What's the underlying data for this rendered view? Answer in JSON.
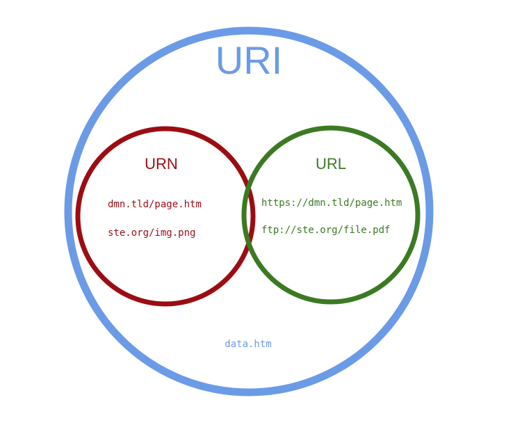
{
  "diagram": {
    "uri": {
      "label": "URI",
      "color": "#6b9be6",
      "examples": [
        "data.htm"
      ]
    },
    "urn": {
      "label": "URN",
      "color": "#9b0d12",
      "examples": [
        "dmn.tld/page.htm",
        "ste.org/img.png"
      ]
    },
    "url": {
      "label": "URL",
      "color": "#3b7a23",
      "examples": [
        "https://dmn.tld/page.htm",
        "ftp://ste.org/file.pdf"
      ]
    }
  }
}
